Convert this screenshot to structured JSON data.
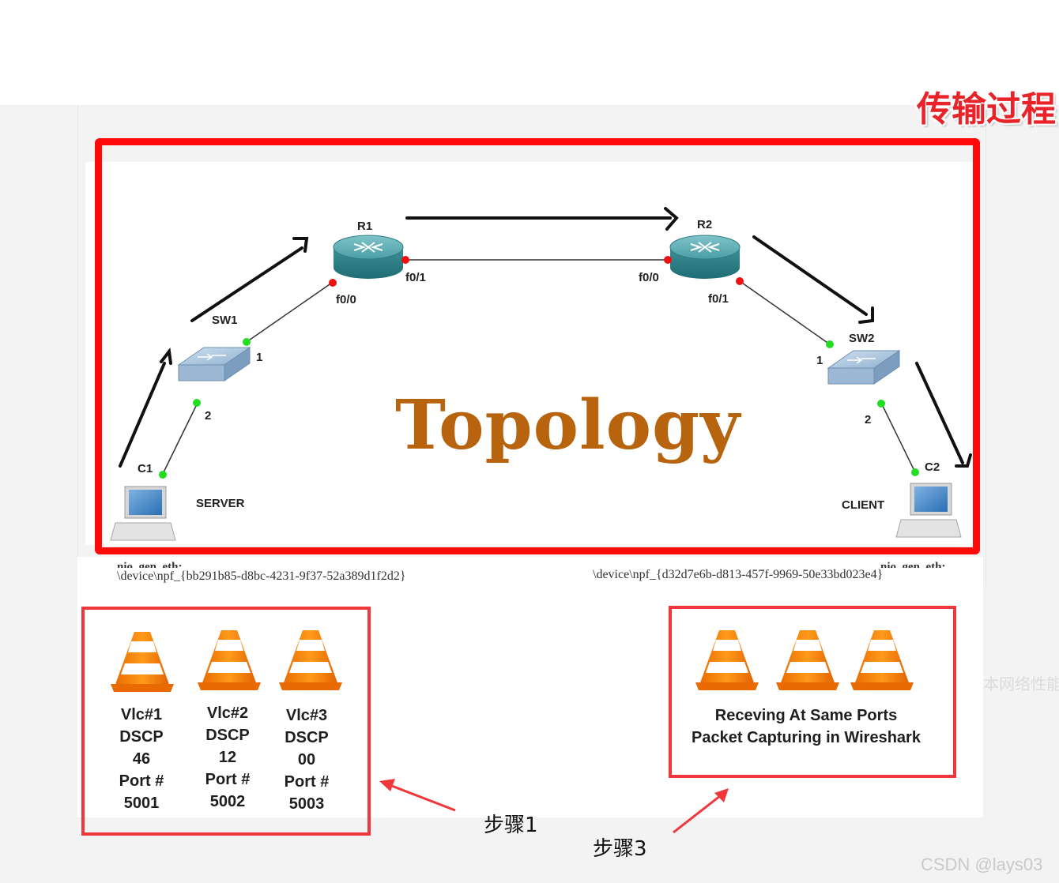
{
  "header": {
    "title": "传输过程"
  },
  "diagram": {
    "heading": "Topology",
    "routers": [
      {
        "id": "r1",
        "label": "R1",
        "ports": [
          "f0/0",
          "f0/1"
        ]
      },
      {
        "id": "r2",
        "label": "R2",
        "ports": [
          "f0/0",
          "f0/1"
        ]
      }
    ],
    "switches": [
      {
        "id": "sw1",
        "label": "SW1",
        "ports": [
          "1",
          "2"
        ]
      },
      {
        "id": "sw2",
        "label": "SW2",
        "ports": [
          "1",
          "2"
        ]
      }
    ],
    "hosts": [
      {
        "id": "c1",
        "label": "C1",
        "role": "SERVER",
        "device": "\\device\\npf_{bb291b85-d8bc-4231-9f37-52a389d1f2d2}",
        "device_cut": "nio_gen_eth:"
      },
      {
        "id": "c2",
        "label": "C2",
        "role": "CLIENT",
        "device": "\\device\\npf_{d32d7e6b-d813-457f-9969-50e33bd023e4}",
        "device_cut": "nio_gen_eth:"
      }
    ]
  },
  "step1": {
    "label": "步骤1",
    "players": [
      {
        "name": "Vlc#1",
        "dscp_label": "DSCP",
        "dscp": "46",
        "port_label": "Port #",
        "port": "5001"
      },
      {
        "name": "Vlc#2",
        "dscp_label": "DSCP",
        "dscp": "12",
        "port_label": "Port #",
        "port": "5002"
      },
      {
        "name": "Vlc#3",
        "dscp_label": "DSCP",
        "dscp": "00",
        "port_label": "Port #",
        "port": "5003"
      }
    ]
  },
  "step3": {
    "label": "步骤3",
    "line1": "Receving At Same Ports",
    "line2": "Packet Capturing in Wireshark"
  },
  "side_fragment": "本网络性能",
  "watermark": "CSDN @lays03",
  "colors": {
    "highlight_red": "#ff0a0a",
    "box_red": "#f0383c",
    "title_red": "#e8242a",
    "topology_brown": "#b8640e",
    "router_teal": "#4b9fa6",
    "port_red": "#ee1111",
    "port_green": "#22dd22",
    "vlc_orange": "#f07c00"
  }
}
